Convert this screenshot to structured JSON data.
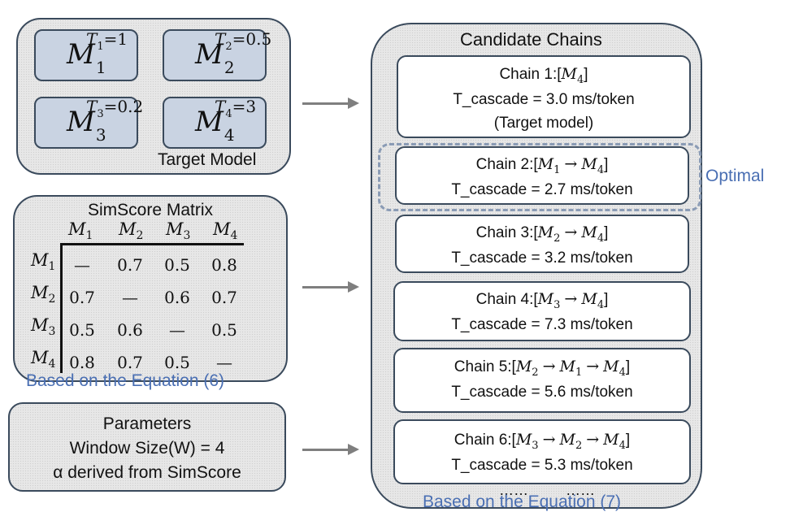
{
  "target_panel": {
    "models": [
      {
        "symbol": "M",
        "index": "1",
        "t_label": "T",
        "t_index": "1",
        "t_value": "=1"
      },
      {
        "symbol": "M",
        "index": "2",
        "t_label": "T",
        "t_index": "2",
        "t_value": "=0.5"
      },
      {
        "symbol": "M",
        "index": "3",
        "t_label": "T",
        "t_index": "3",
        "t_value": "=0.2"
      },
      {
        "symbol": "M",
        "index": "4",
        "t_label": "T",
        "t_index": "4",
        "t_value": "=3"
      }
    ],
    "caption": "Target Model"
  },
  "simscore_panel": {
    "title": "SimScore Matrix",
    "columns": [
      "1",
      "2",
      "3",
      "4"
    ],
    "rows": [
      {
        "label": "1",
        "cells": [
          "—",
          "0.7",
          "0.5",
          "0.8"
        ]
      },
      {
        "label": "2",
        "cells": [
          "0.7",
          "—",
          "0.6",
          "0.7"
        ]
      },
      {
        "label": "3",
        "cells": [
          "0.5",
          "0.6",
          "—",
          "0.5"
        ]
      },
      {
        "label": "4",
        "cells": [
          "0.8",
          "0.7",
          "0.5",
          "—"
        ]
      }
    ],
    "note": "Based on the Equation (6)"
  },
  "params_panel": {
    "title": "Parameters",
    "line1": "Window Size(W) = 4",
    "line2": "α derived from SimScore"
  },
  "chains_panel": {
    "title": "Candidate Chains",
    "chains": [
      {
        "prefix": "Chain 1:[",
        "models": [
          "4"
        ],
        "suffix": "]",
        "cost": "T_cascade = 3.0 ms/token",
        "extra": "(Target model)"
      },
      {
        "prefix": "Chain 2:[",
        "models": [
          "1",
          "4"
        ],
        "suffix": "]",
        "cost": "T_cascade = 2.7 ms/token",
        "extra": ""
      },
      {
        "prefix": "Chain 3:[",
        "models": [
          "2",
          "4"
        ],
        "suffix": "]",
        "cost": "T_cascade = 3.2 ms/token",
        "extra": ""
      },
      {
        "prefix": "Chain 4:[",
        "models": [
          "3",
          "4"
        ],
        "suffix": "]",
        "cost": "T_cascade = 7.3 ms/token",
        "extra": ""
      },
      {
        "prefix": "Chain 5:[",
        "models": [
          "2",
          "1",
          "4"
        ],
        "suffix": "]",
        "cost": "T_cascade = 5.6 ms/token",
        "extra": ""
      },
      {
        "prefix": "Chain 6:[",
        "models": [
          "3",
          "2",
          "4"
        ],
        "suffix": "]",
        "cost": "T_cascade = 5.3 ms/token",
        "extra": ""
      }
    ],
    "optimal_label": "Optimal",
    "ellipsis": [
      "……",
      "……"
    ],
    "note": "Based on the Equation (7)"
  },
  "colors": {
    "accent_blue": "#4a6fb3",
    "model_fill": "#c9d3e2",
    "arrow": "#7f7f7f",
    "border": "#3a4a5c"
  }
}
